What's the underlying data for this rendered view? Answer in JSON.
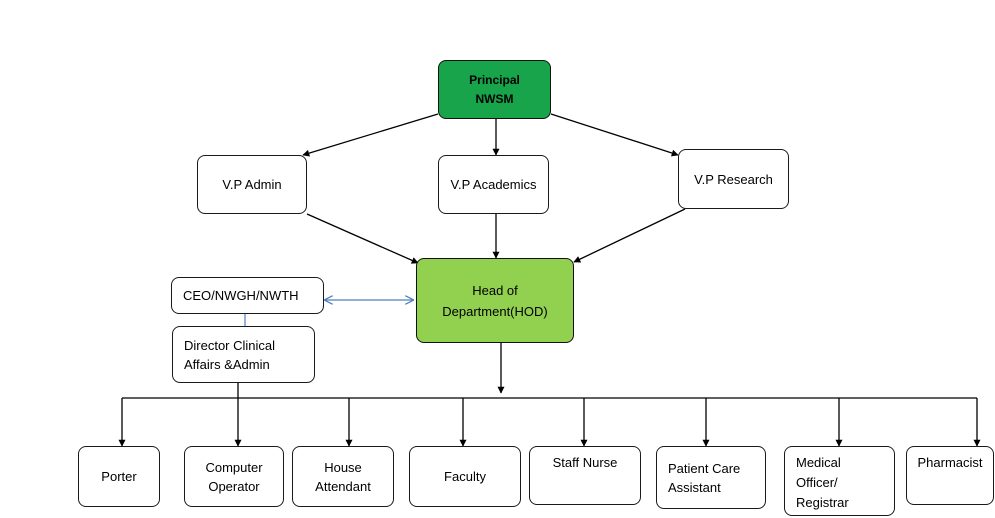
{
  "principal": "Principal\nNWSM",
  "vp_admin": "V.P Admin",
  "vp_academics": "V.P Academics",
  "vp_research": "V.P Research",
  "hod": "Head of\nDepartment(HOD)",
  "ceo": "CEO/NWGH/NWTH",
  "director": "Director Clinical\nAffairs &Admin",
  "staff": {
    "porter": "Porter",
    "computer_operator": "Computer\nOperator",
    "house_attendant": "House\nAttendant",
    "faculty": "Faculty",
    "staff_nurse": "Staff Nurse",
    "patient_care_assistant": "Patient Care\nAssistant",
    "medical_officer": "Medical\nOfficer/\nRegistrar",
    "pharmacist": "Pharmacist"
  },
  "colors": {
    "principal_fill": "#17a44a",
    "hod_fill": "#92d050",
    "link_arrow": "#4f81bd"
  }
}
